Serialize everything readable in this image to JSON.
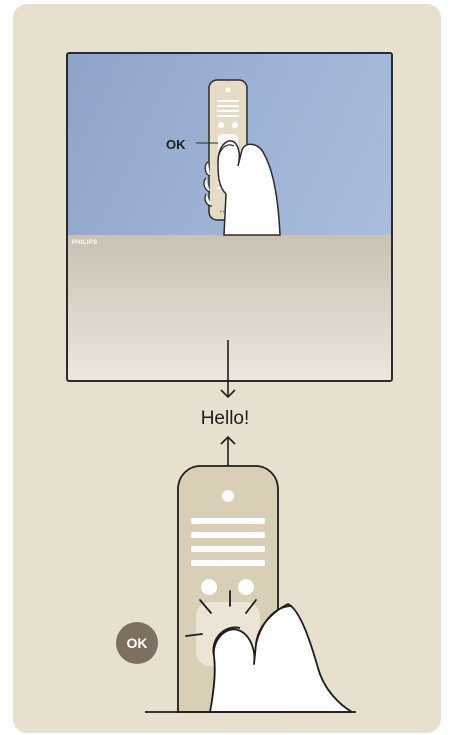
{
  "tv": {
    "brand": "PHILIPS",
    "ok_label": "OK"
  },
  "message": "Hello!",
  "badge": {
    "label": "OK"
  },
  "colors": {
    "background": "#e8e0cf",
    "screen": "#9fb4d6",
    "remote": "#d9ceb6",
    "badge": "#7d7060"
  },
  "icons": [
    "remote-control-icon",
    "hand-icon",
    "press-burst-icon",
    "arrow-down-icon",
    "arrow-up-icon"
  ]
}
